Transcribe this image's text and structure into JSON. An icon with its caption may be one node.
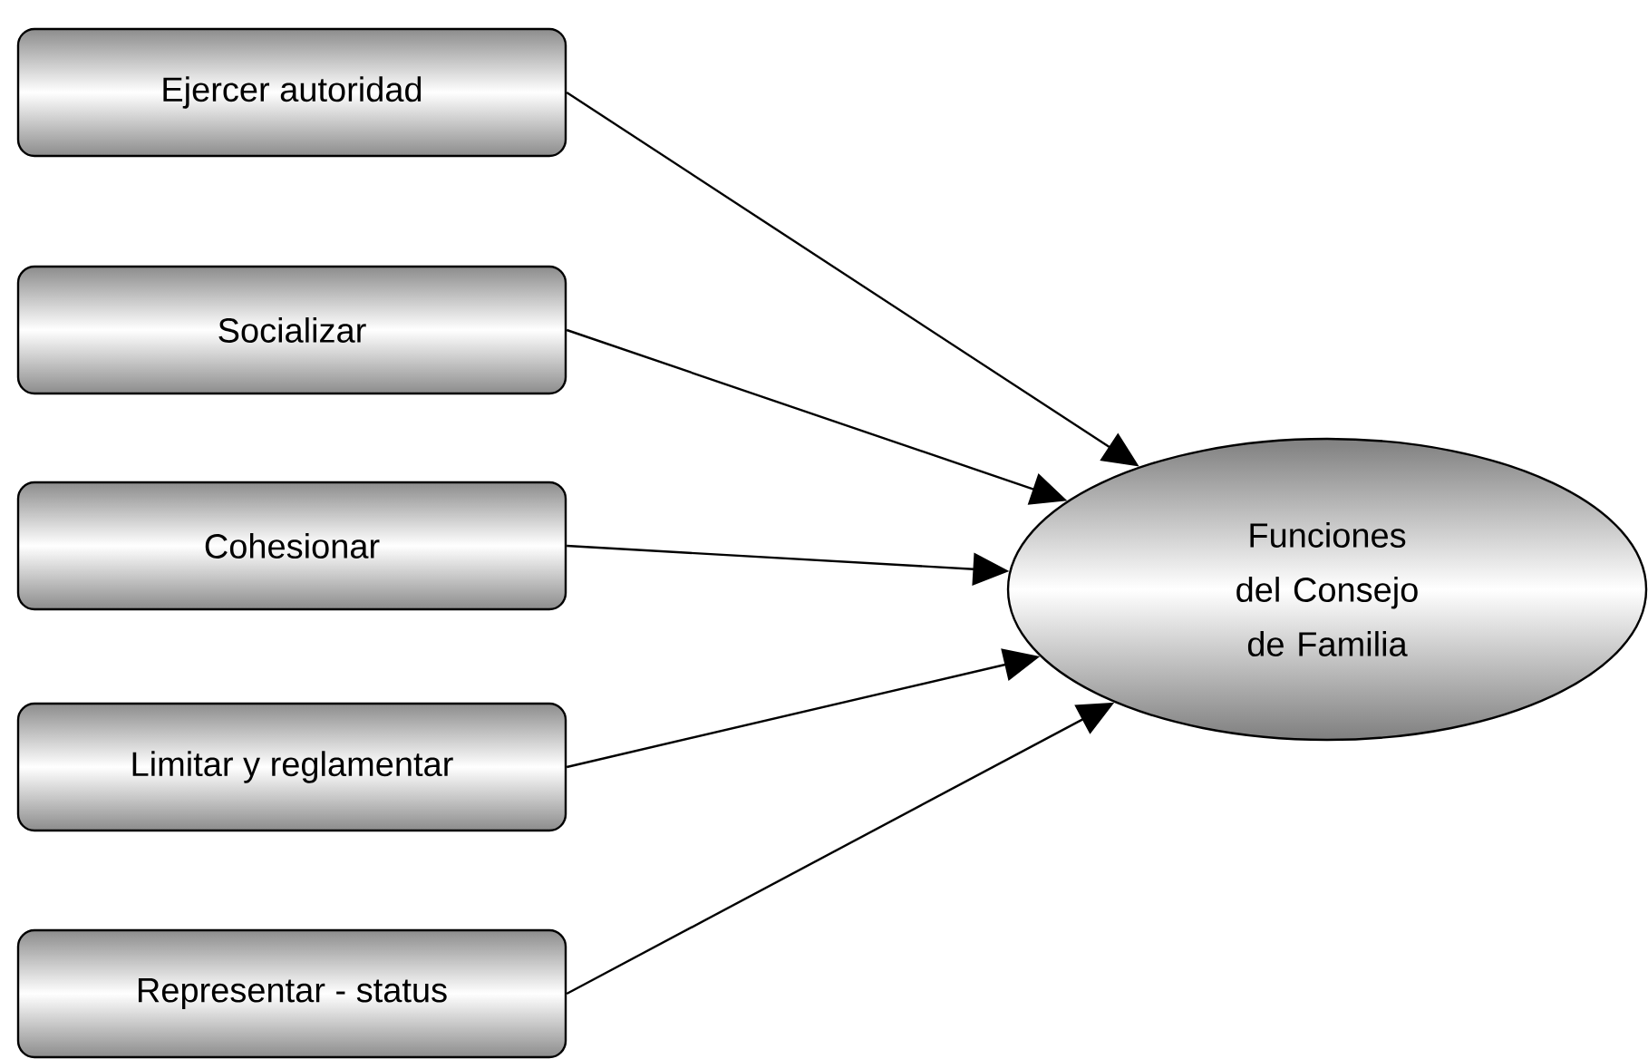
{
  "diagram": {
    "nodes": [
      {
        "text": [
          "Ejercer autoridad"
        ]
      },
      {
        "text": [
          "Socializar"
        ]
      },
      {
        "text": [
          "Cohesionar"
        ]
      },
      {
        "text": [
          "Limitar y reglamentar"
        ]
      },
      {
        "text": [
          "Representar - status"
        ]
      },
      {
        "text": [
          "Funciones del Consejo de Familia"
        ]
      }
    ],
    "edges": [
      {
        "from": 0,
        "to": 5,
        "arrow": "to"
      },
      {
        "from": 1,
        "to": 5,
        "arrow": "to"
      },
      {
        "from": 2,
        "to": 5,
        "arrow": "to"
      },
      {
        "from": 3,
        "to": 5,
        "arrow": "to"
      },
      {
        "from": 4,
        "to": 5,
        "arrow": "to"
      }
    ]
  }
}
